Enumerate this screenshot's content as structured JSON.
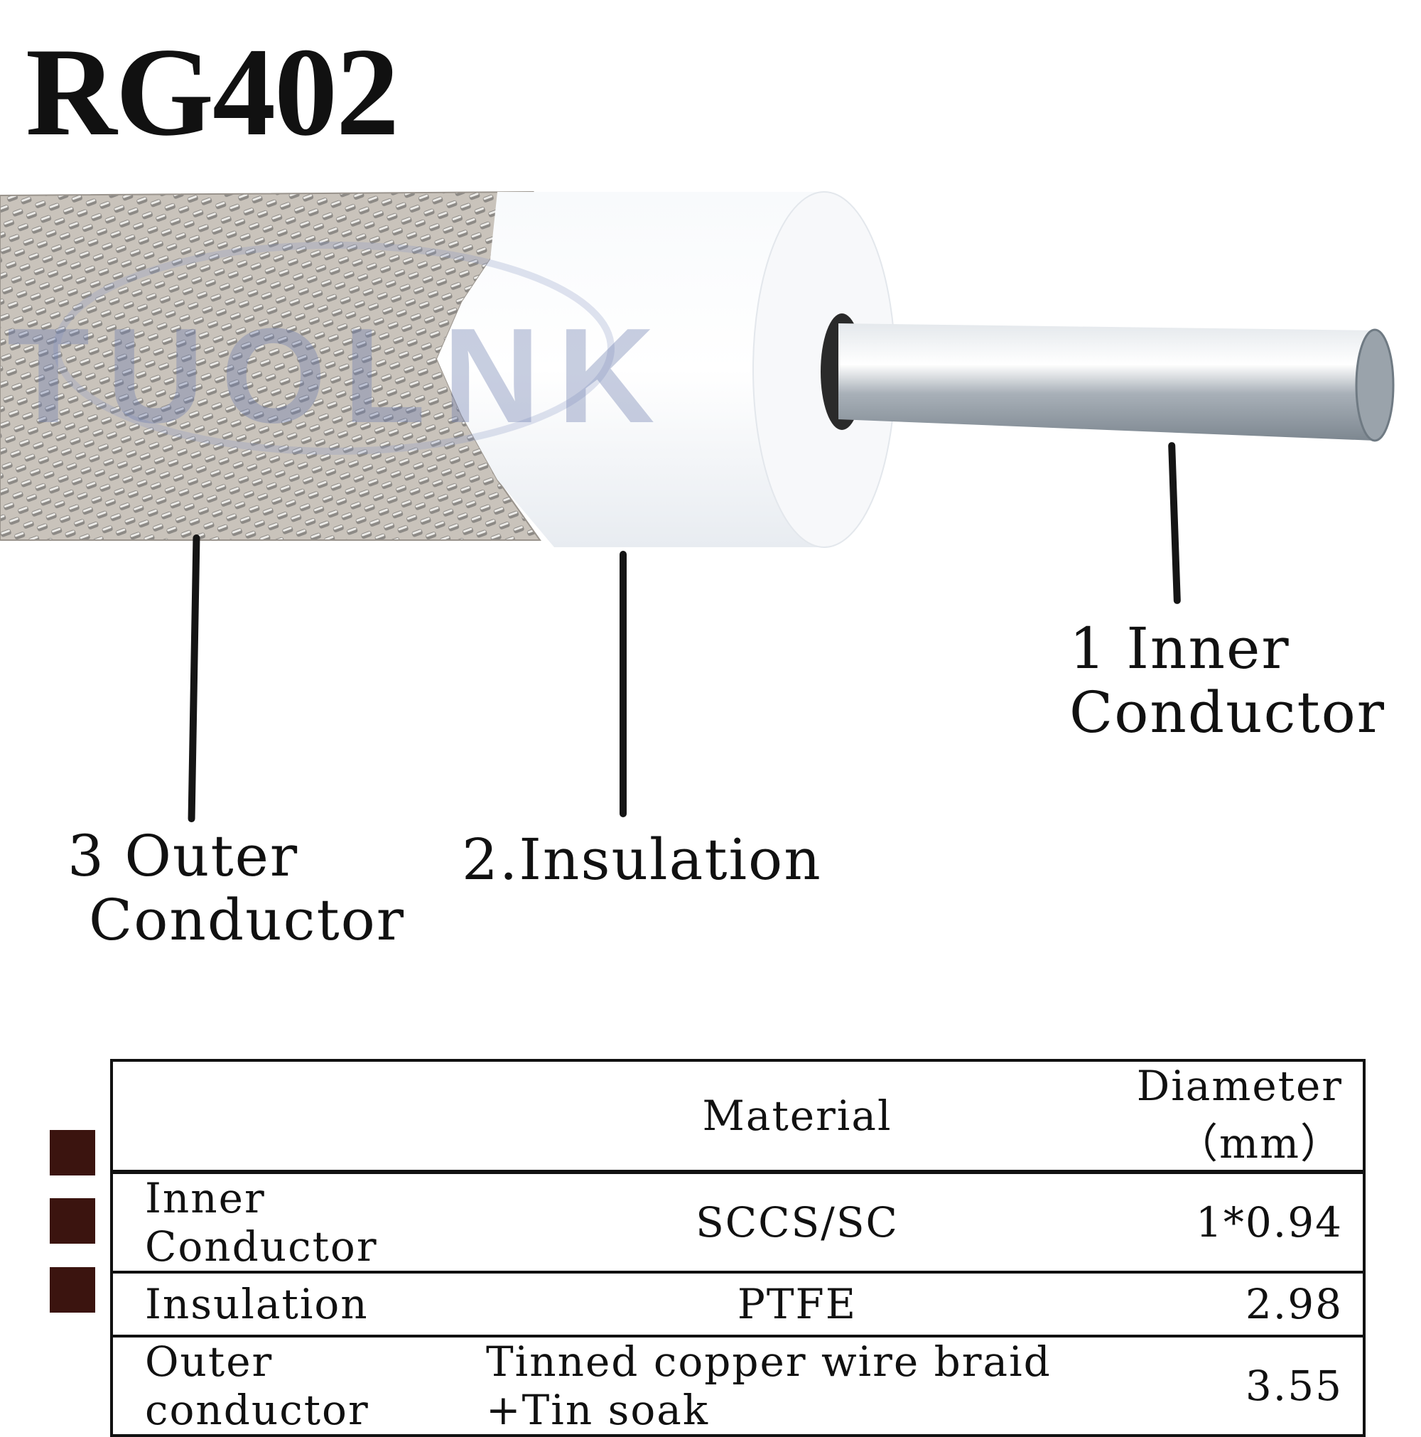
{
  "title": "RG402",
  "watermark": "TUOLNK",
  "callouts": {
    "inner": [
      "1  Inner",
      "Conductor"
    ],
    "insulation": "2.Insulation",
    "outer": [
      "3  Outer",
      "Conductor"
    ]
  },
  "table": {
    "headers": {
      "component": "",
      "material": "Material",
      "diameter": "Diameter（mm）"
    },
    "rows": [
      {
        "component": "Inner Conductor",
        "material": "SCCS/SC",
        "diameter": "1*0.94"
      },
      {
        "component": "Insulation",
        "material": "PTFE",
        "diameter": "2.98"
      },
      {
        "component": "Outer conductor",
        "material": "Tinned copper wire braid +Tin soak",
        "diameter": "3.55"
      }
    ]
  },
  "colors": {
    "swatch": "#3b140f",
    "insulation": "#f2f5f9",
    "braid": "#b9b3ab",
    "conductor": "#aeb6bd"
  }
}
